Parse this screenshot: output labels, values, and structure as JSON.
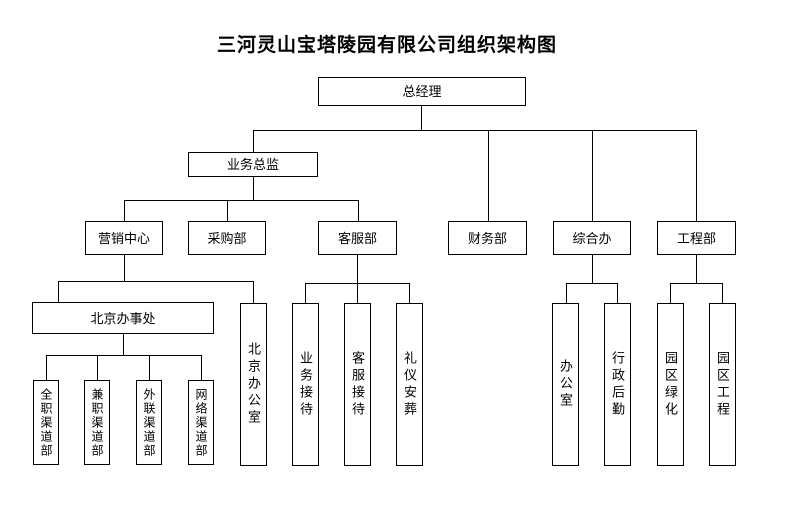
{
  "title": "三河灵山宝塔陵园有限公司组织架构图",
  "nodes": {
    "general_manager": "总经理",
    "business_director": "业务总监",
    "marketing_center": "营销中心",
    "purchasing_dept": "采购部",
    "customer_service_dept": "客服部",
    "finance_dept": "财务部",
    "general_affairs_office": "综合办",
    "engineering_dept": "工程部",
    "beijing_branch": "北京办事处",
    "beijing_office": "北京办公室",
    "business_reception": "业务接待",
    "customer_reception": "客服接待",
    "funeral_ceremony": "礼仪安葬",
    "office": "办公室",
    "admin_logistics": "行政后勤",
    "park_greening": "园区绿化",
    "park_engineering": "园区工程",
    "fulltime_channel_dept": "全职渠道部",
    "parttime_channel_dept": "兼职渠道部",
    "outreach_channel_dept": "外联渠道部",
    "network_channel_dept": "网络渠道部"
  },
  "hierarchy": {
    "总经理": [
      "业务总监",
      "财务部",
      "综合办",
      "工程部"
    ],
    "业务总监": [
      "营销中心",
      "采购部",
      "客服部"
    ],
    "营销中心": [
      "北京办事处",
      "北京办公室"
    ],
    "北京办事处": [
      "全职渠道部",
      "兼职渠道部",
      "外联渠道部",
      "网络渠道部"
    ],
    "客服部": [
      "业务接待",
      "客服接待",
      "礼仪安葬"
    ],
    "综合办": [
      "办公室",
      "行政后勤"
    ],
    "工程部": [
      "园区绿化",
      "园区工程"
    ]
  },
  "colors": {
    "line": "#000000",
    "background": "#ffffff",
    "text": "#000000"
  }
}
